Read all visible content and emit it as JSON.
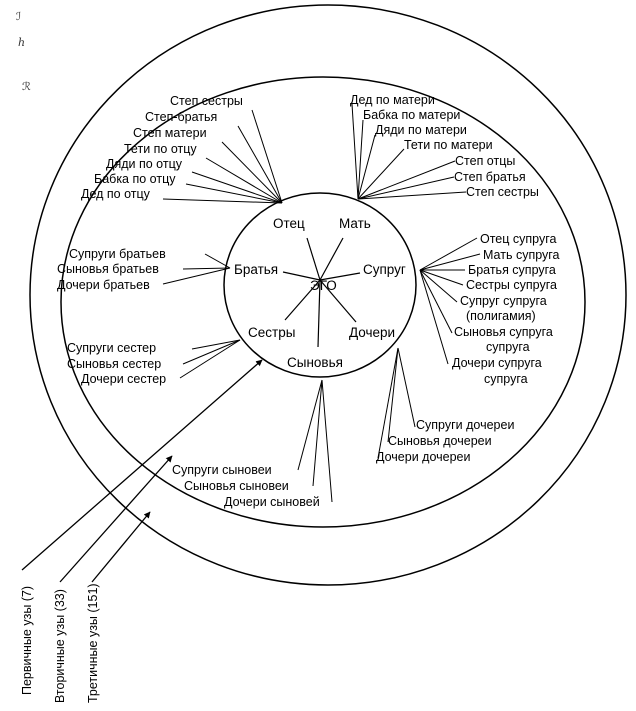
{
  "scribbles": [
    "ℐ",
    "ℎ",
    "ℛ"
  ],
  "center": "ЭГО",
  "core": {
    "father": "Отец",
    "mother": "Мать",
    "brothers": "Братья",
    "spouse": "Супруг",
    "sisters": "Сестры",
    "daughters": "Дочери",
    "sons": "Сыновья"
  },
  "secondary": {
    "father_side": [
      "Степ сестры",
      "Степ-братья",
      "Степ матери",
      "Тети по отцу",
      "Дяди по отцу",
      "Бабка по отцу",
      "Дед по отцу"
    ],
    "mother_side": [
      "Дед по матери",
      "Бабка по матери",
      "Дяди по матери",
      "Тети по матери",
      "Степ отцы",
      "Степ братья",
      "Степ сестры"
    ],
    "brothers_side": [
      "Супруги братьев",
      "Сыновья братьев",
      "Дочери братьев"
    ],
    "spouse_side": [
      "Отец супруга",
      "Мать супруга",
      "Братья супруга",
      "Сестры супруга",
      "Супруг супруга",
      "(полигамия)",
      "Сыновья супруга",
      "супруга",
      "Дочери супруга",
      "супруга"
    ],
    "sisters_side": [
      "Супруги сестер",
      "Сыновья сестер",
      "Дочери сестер"
    ],
    "daughters_side": [
      "Супруги дочереи",
      "Сыновья дочереи",
      "Дочери дочереи"
    ],
    "sons_side": [
      "Супруги сыновеи",
      "Сыновья сыновеи",
      "Дочери сыновей"
    ]
  },
  "rings": {
    "primary": "Первичные узы (7)",
    "secondary": "Вторичные узы (33)",
    "tertiary": "Третичные узы (151)"
  }
}
